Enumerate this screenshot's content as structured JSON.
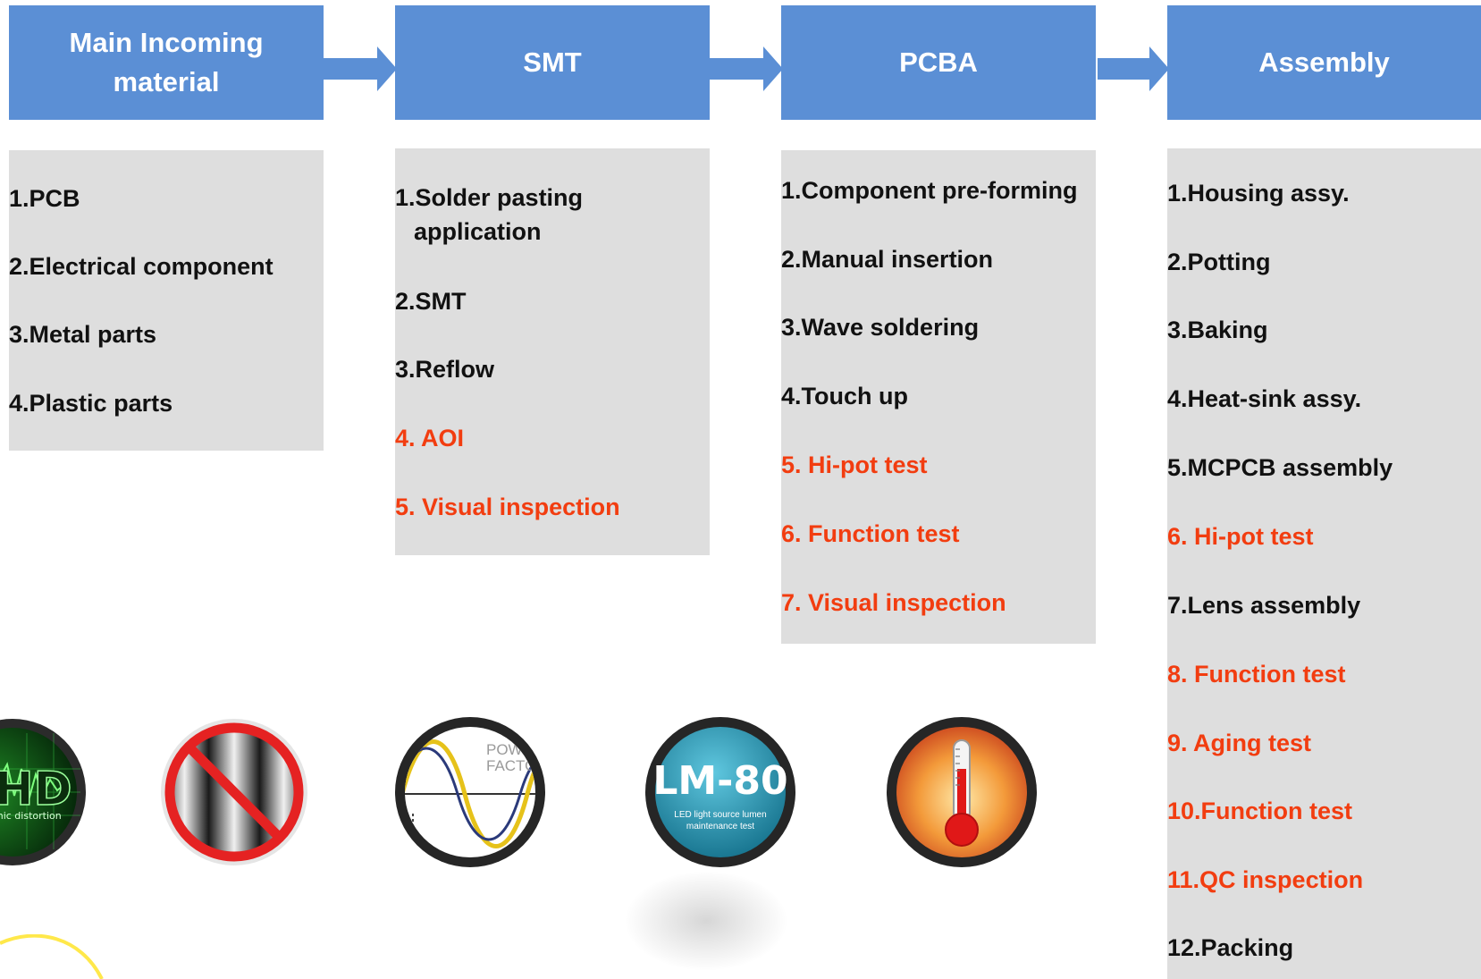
{
  "stages": [
    {
      "title": "Main Incoming material",
      "steps": [
        {
          "text": "1.PCB",
          "highlight": false
        },
        {
          "text": "2.Electrical component",
          "highlight": false
        },
        {
          "text": "3.Metal parts",
          "highlight": false
        },
        {
          "text": "4.Plastic parts",
          "highlight": false
        }
      ]
    },
    {
      "title": "SMT",
      "steps": [
        {
          "text": "1.Solder pasting",
          "highlight": false
        },
        {
          "text": "application",
          "highlight": false
        },
        {
          "text": "2.SMT",
          "highlight": false
        },
        {
          "text": "3.Reflow",
          "highlight": false
        },
        {
          "text": "4. AOI",
          "highlight": true
        },
        {
          "text": "5. Visual inspection",
          "highlight": true
        }
      ]
    },
    {
      "title": "PCBA",
      "steps": [
        {
          "text": "1.Component pre-forming",
          "highlight": false
        },
        {
          "text": "2.Manual insertion",
          "highlight": false
        },
        {
          "text": "3.Wave soldering",
          "highlight": false
        },
        {
          "text": "4.Touch up",
          "highlight": false
        },
        {
          "text": "5. Hi-pot test",
          "highlight": true
        },
        {
          "text": "6. Function test",
          "highlight": true
        },
        {
          "text": "7. Visual inspection",
          "highlight": true
        }
      ]
    },
    {
      "title": "Assembly",
      "steps": [
        {
          "text": "1.Housing assy.",
          "highlight": false
        },
        {
          "text": "2.Potting",
          "highlight": false
        },
        {
          "text": "3.Baking",
          "highlight": false
        },
        {
          "text": "4.Heat-sink assy.",
          "highlight": false
        },
        {
          "text": "5.MCPCB assembly",
          "highlight": false
        },
        {
          "text": "6. Hi-pot test",
          "highlight": true
        },
        {
          "text": "7.Lens assembly",
          "highlight": false
        },
        {
          "text": "8. Function test",
          "highlight": true
        },
        {
          "text": "9. Aging test",
          "highlight": true
        },
        {
          "text": "10.Function test",
          "highlight": true
        },
        {
          "text": "11.QC inspection",
          "highlight": true
        },
        {
          "text": "12.Packing",
          "highlight": false
        }
      ]
    }
  ],
  "icons": [
    {
      "name": "thd-harmonic-distortion-icon",
      "label_big": "HD",
      "label_small": "onic distortion"
    },
    {
      "name": "no-flicker-icon"
    },
    {
      "name": "power-factor-icon",
      "label_line1": "POW",
      "label_line2": "FACTO"
    },
    {
      "name": "lm-80-icon",
      "label_big": "LM-80",
      "label_line1": "LED light source lumen",
      "label_line2": "maintenance test"
    },
    {
      "name": "thermometer-icon"
    }
  ],
  "colors": {
    "header_blue": "#5b8fd5",
    "box_gray": "#dedede",
    "highlight_red": "#f23d10",
    "text_dark": "#111111"
  }
}
